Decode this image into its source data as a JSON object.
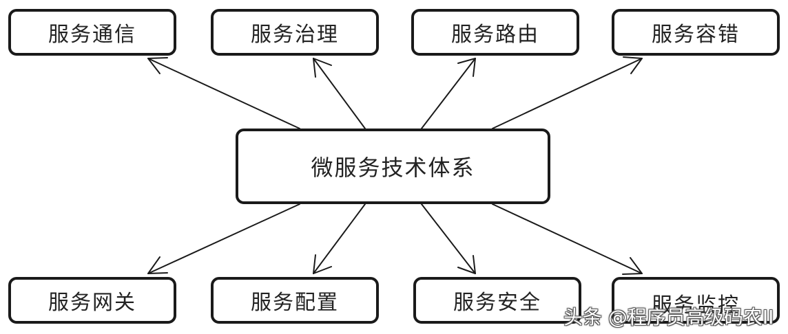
{
  "diagram": {
    "center": "微服务技术体系",
    "top_nodes": [
      "服务通信",
      "服务治理",
      "服务路由",
      "服务容错"
    ],
    "bottom_nodes": [
      "服务网关",
      "服务配置",
      "服务安全",
      "服务监控"
    ]
  },
  "watermark": "头条 @程序员高级码农II",
  "colors": {
    "border": "#1a1a1a",
    "line": "#1a1a1a",
    "background": "#ffffff"
  }
}
